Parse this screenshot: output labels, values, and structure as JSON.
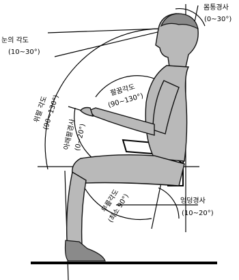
{
  "labels": {
    "trunk_tilt": {
      "name": "몸통경사",
      "range": "(0~30°)"
    },
    "eye_angle": {
      "name": "눈의 각도",
      "range": "(10~30°)"
    },
    "upper_arm_angle": {
      "name": "위팔 각도",
      "range": "(90~130°)"
    },
    "elbow_angle": {
      "name": "팔꿈각도",
      "range": "(90~130°)"
    },
    "forearm_tilt": {
      "name": "아래팔경사",
      "range": "(0~20°)"
    },
    "knee_angle": {
      "name": "무릎각도",
      "range": "(최소 90°)"
    },
    "thigh_tilt": {
      "name": "엉덩경사",
      "range": "(10~20°)"
    }
  }
}
